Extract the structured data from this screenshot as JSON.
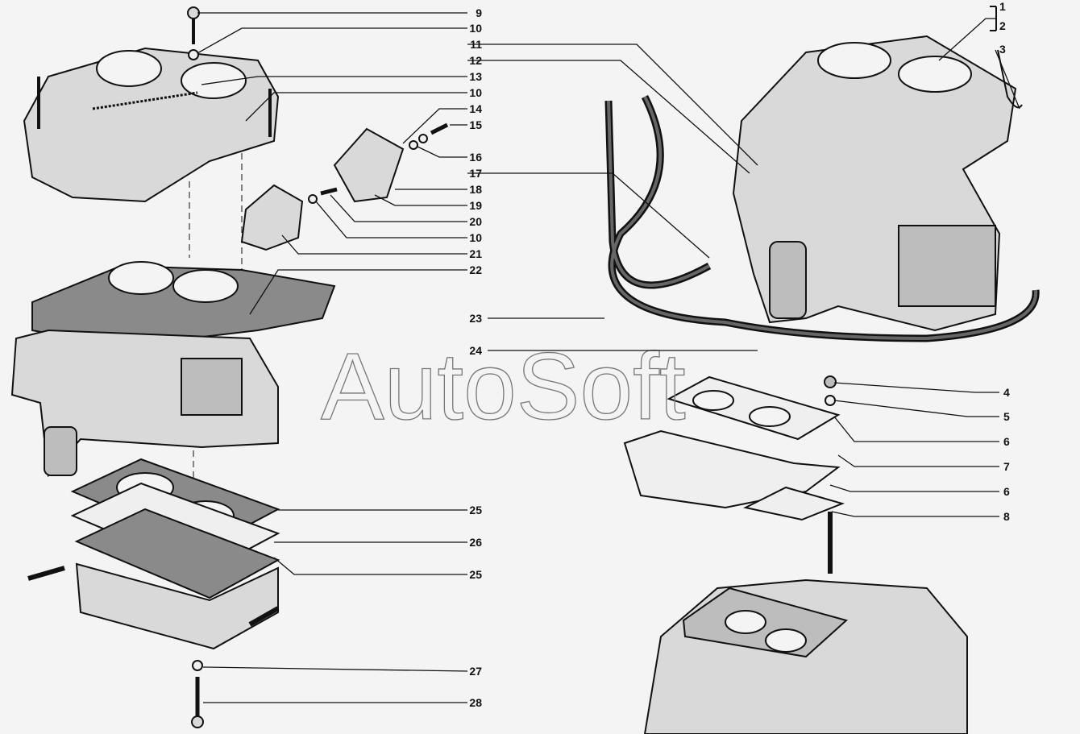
{
  "diagram": {
    "watermark": "AutoSoft",
    "callouts_left": [
      "9",
      "10",
      "11",
      "12",
      "13",
      "10",
      "14",
      "15",
      "16",
      "17",
      "18",
      "19",
      "20",
      "10",
      "21",
      "22",
      "23",
      "24",
      "25",
      "26",
      "25",
      "27",
      "28"
    ],
    "callouts_right": [
      "1",
      "2",
      "3",
      "4",
      "5",
      "6",
      "7",
      "6",
      "8"
    ]
  }
}
